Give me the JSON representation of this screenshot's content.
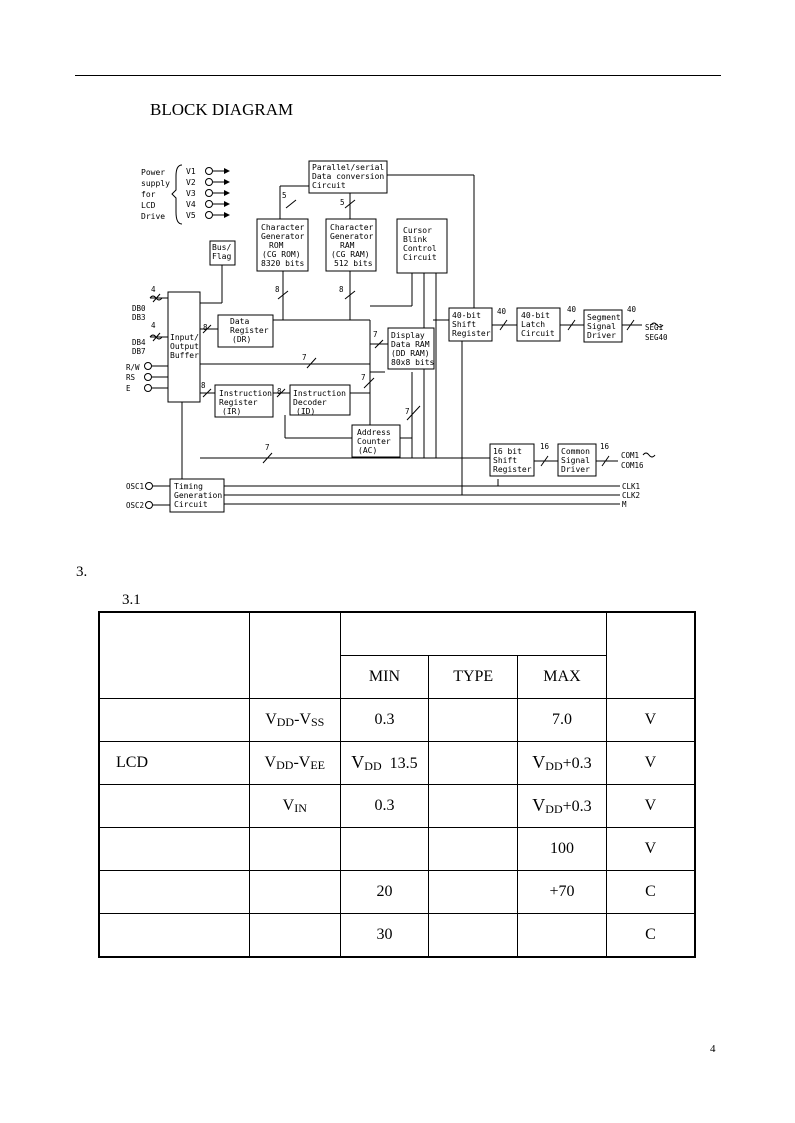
{
  "header": {
    "heading": "BLOCK DIAGRAM"
  },
  "diagram": {
    "power": [
      "Power",
      "supply",
      "for",
      "LCD",
      "Drive"
    ],
    "v_labels": [
      "V1",
      "V2",
      "V3",
      "V4",
      "V5"
    ],
    "boxes": {
      "parallel": [
        "Parallel/serial",
        "Data conversion",
        "Circuit"
      ],
      "cgrom": [
        "Character",
        "Generator",
        "ROM",
        "(CG ROM)",
        "8320 bits"
      ],
      "cgram": [
        "Character",
        "Generator",
        "RAM",
        "(CG RAM)",
        "512 bits"
      ],
      "cursor": [
        "Cursor",
        "Blink",
        "Control",
        "Circuit"
      ],
      "busflag": [
        "Bus/",
        "Flag"
      ],
      "io": [
        "Input/",
        "Output",
        "Buffer"
      ],
      "dr": [
        "Data",
        "Register",
        "(DR)"
      ],
      "ddram": [
        "Display",
        "Data RAM",
        "(DD RAM)",
        "80x8 bits"
      ],
      "ir": [
        "Instruction",
        "Register",
        "(IR)"
      ],
      "id": [
        "Instruction",
        "Decoder",
        "(ID)"
      ],
      "ac": [
        "Address",
        "Counter",
        "(AC)"
      ],
      "shift40": [
        "40-bit",
        "Shift",
        "Register"
      ],
      "latch40": [
        "40-bit",
        "Latch",
        "Circuit"
      ],
      "segdrv": [
        "Segment",
        "Signal",
        "Driver"
      ],
      "shift16": [
        "16 bit",
        "Shift",
        "Register"
      ],
      "comdrv": [
        "Common",
        "Signal",
        "Driver"
      ],
      "timing": [
        "Timing",
        "Generation",
        "Circuit"
      ]
    },
    "pins": {
      "db0": "DB0",
      "db3": "DB3",
      "db4": "DB4",
      "db7": "DB7",
      "rw": "R/W",
      "rs": "RS",
      "e": "E",
      "osc1": "OSC1",
      "osc2": "OSC2",
      "seg1": "SEG1",
      "seg40": "SEG40",
      "com1": "COM1",
      "com16": "COM16",
      "clk1": "CLK1",
      "clk2": "CLK2",
      "m": "M"
    },
    "bus_widths": {
      "b5a": "5",
      "b5b": "5",
      "b8a": "8",
      "b8b": "8",
      "b4a": "4",
      "b4b": "4",
      "b8dr": "8",
      "b8ir": "8",
      "b8id": "8",
      "b7a": "7",
      "b7b": "7",
      "b7c": "7",
      "b7d": "7",
      "b7e": "7",
      "b40a": "40",
      "b40b": "40",
      "b40c": "40",
      "b16a": "16",
      "b16b": "16"
    }
  },
  "section": {
    "num": "3.",
    "sub": "3.1"
  },
  "table": {
    "mid_headers": [
      "MIN",
      "TYPE",
      "MAX"
    ],
    "rows": [
      {
        "name": "",
        "sym_main": "V",
        "sym_sub1": "DD",
        "sym_dash": "-V",
        "sym_sub2": "SS",
        "min": "0.3",
        "type": "",
        "max": "7.0",
        "unit": "V"
      },
      {
        "name": "LCD",
        "sym_main": "V",
        "sym_sub1": "DD",
        "sym_dash": "-V",
        "sym_sub2": "EE",
        "min_main": "V",
        "min_sub": "DD",
        "min_rest": "  13.5",
        "type": "",
        "max_main": "V",
        "max_sub": "DD",
        "max_rest": "+0.3",
        "unit": "V"
      },
      {
        "name": "",
        "sym_main": "V",
        "sym_sub1": "IN",
        "min": "0.3",
        "type": "",
        "max_main": "V",
        "max_sub": "DD",
        "max_rest": "+0.3",
        "unit": "V"
      },
      {
        "name": "",
        "sym": "",
        "min": "",
        "type": "",
        "max": "100",
        "unit": "V"
      },
      {
        "name": "",
        "sym": "",
        "min": "20",
        "type": "",
        "max": "+70",
        "unit": "C"
      },
      {
        "name": "",
        "sym": "",
        "min": "30",
        "type": "",
        "max": "",
        "unit": "C"
      }
    ]
  },
  "footer": {
    "page": "4"
  }
}
